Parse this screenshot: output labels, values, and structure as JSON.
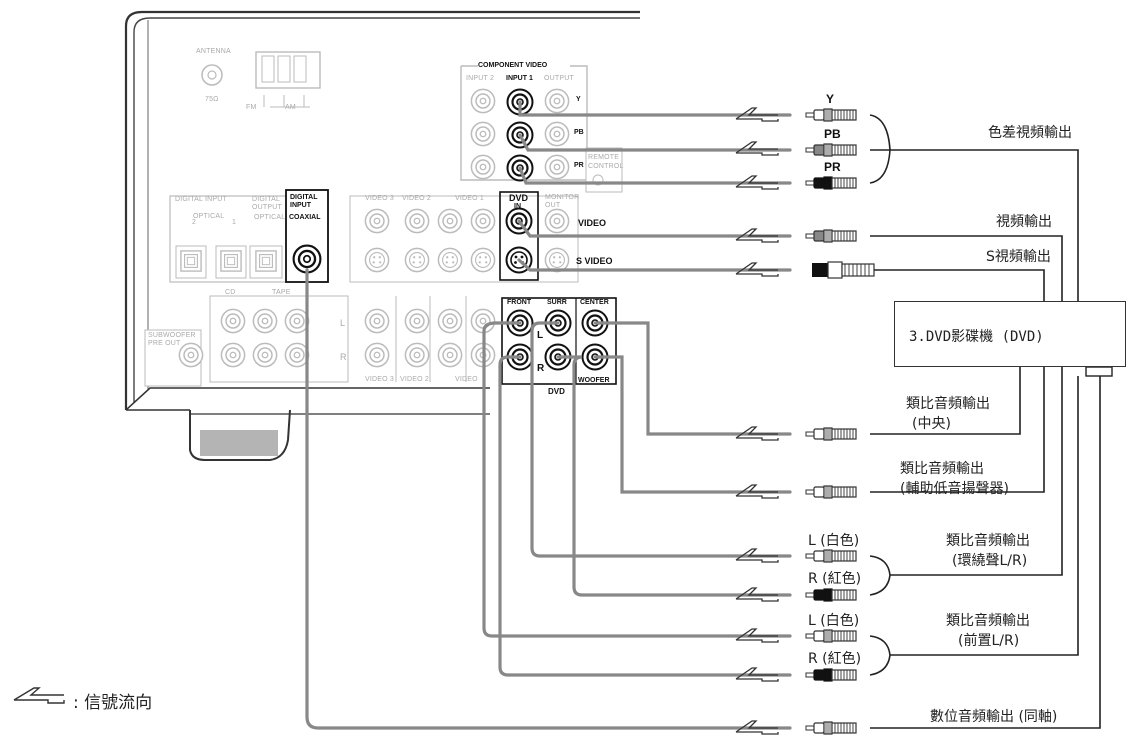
{
  "receiver": {
    "antenna_label": "ANTENNA",
    "antenna_sub": "75Ω",
    "fm_label": "FM",
    "am_label": "AM",
    "component_video": "COMPONENT VIDEO",
    "comp_input2": "INPUT 2",
    "comp_input1": "INPUT 1",
    "comp_output": "OUTPUT",
    "comp_y": "Y",
    "comp_pb": "PB",
    "comp_pr": "PR",
    "remote_control": "REMOTE CONTROL",
    "digital_input_left": "DIGITAL INPUT",
    "optical_label": "OPTICAL",
    "opt_1": "1",
    "opt_2": "2",
    "digital_output": "DIGITAL OUTPUT",
    "optical_out": "OPTICAL",
    "digital_input_main": "DIGITAL INPUT",
    "coaxial": "COAXIAL",
    "video3": "VIDEO 3",
    "video2": "VIDEO 2",
    "video1": "VIDEO 1",
    "dvd": "DVD",
    "monitor_out": "MONITOR OUT",
    "in_label": "IN",
    "out_label": "OUT",
    "video_jack": "VIDEO",
    "svideo_jack": "S VIDEO",
    "cd": "CD",
    "tape": "TAPE",
    "subwoofer_preout": "SUBWOOFER PRE OUT",
    "l_label": "L",
    "r_label": "R",
    "front": "FRONT",
    "surr": "SURR",
    "center": "CENTER",
    "woofer": "WOOFER",
    "dvd_bottom": "DVD",
    "video3_bottom": "VIDEO 3",
    "video2_bottom": "VIDEO 2",
    "video_bottom": "VIDEO"
  },
  "plug_labels": {
    "y": "Y",
    "pb": "PB",
    "pr": "PR"
  },
  "labels": {
    "component_out": "色差視頻輸出",
    "video_out": "視頻輸出",
    "svideo_out": "S視頻輸出",
    "dvd_device": "3.DVD影碟機 (DVD)",
    "analog_center_1": "類比音頻輸出",
    "analog_center_2": "(中央)",
    "analog_sub_1": "類比音頻輸出",
    "analog_sub_2": "(輔助低音揚聲器)",
    "surround_l": "L (白色)",
    "surround_r": "R (紅色)",
    "surround_1": "類比音頻輸出",
    "surround_2": "(環繞聲L/R)",
    "front_l": "L (白色)",
    "front_r": "R (紅色)",
    "front_1": "類比音頻輸出",
    "front_2": "(前置L/R)",
    "digital_coax": "數位音頻輸出 (同軸)"
  },
  "legend": {
    "text": ": 信號流向",
    "icon": "signal-flow-arrow-icon"
  }
}
